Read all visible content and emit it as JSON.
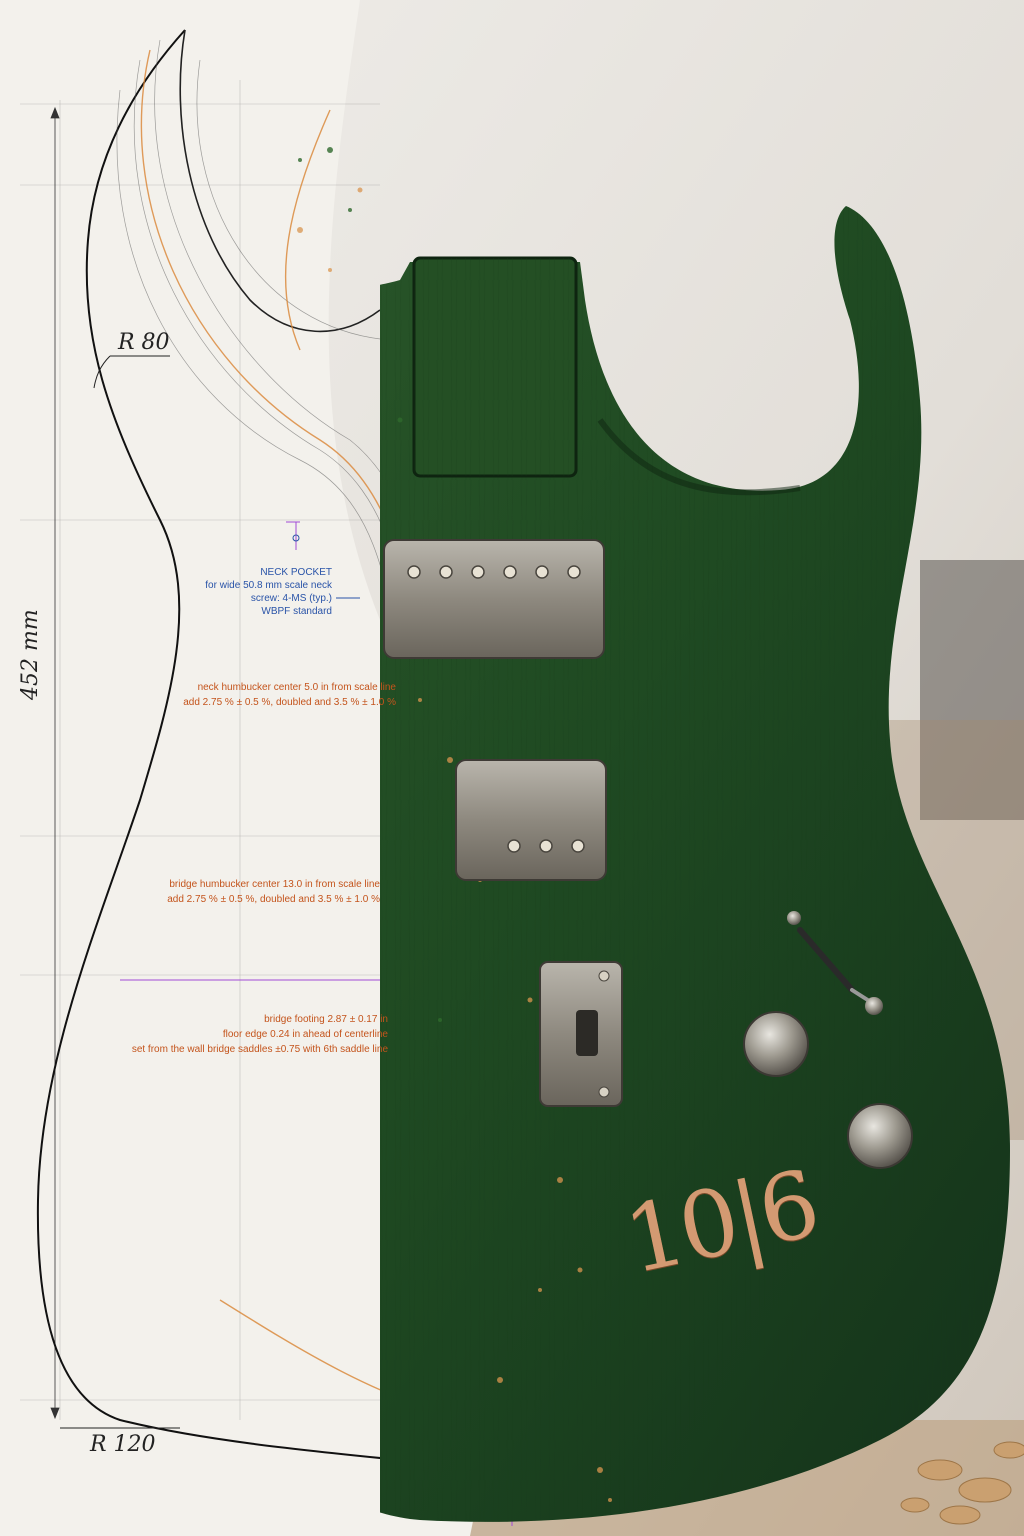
{
  "dimensions": {
    "upper_radius": "R 80",
    "height": "452 mm",
    "lower_radius": "R 120"
  },
  "annotations": {
    "neck_pocket": {
      "title": "NECK POCKET",
      "line1": "for wide 50.8 mm scale neck",
      "line2": "screw: 4-MS (typ.)",
      "line3": "WBPF standard"
    },
    "neck_humbucker": {
      "line1": "neck humbucker center 5.0 in from scale line",
      "line2": "add 2.75 % ± 0.5 %, doubled and 3.5 % ± 1.0 %"
    },
    "bridge_humbucker": {
      "line1": "bridge humbucker center 13.0 in from scale line",
      "line2": "add 2.75 % ± 0.5 %, doubled and 3.5 % ± 1.0 %"
    },
    "bridge_footing": {
      "line1": "bridge footing 2.87 ± 0.17 in",
      "line2": "floor edge 0.24 in ahead of centerline",
      "line3": "set from the wall bridge saddles ±0.75 with 6th saddle line"
    }
  },
  "engraving": "10|6",
  "colors": {
    "body_green": "#1f4a22",
    "blueprint_paper": "#f1eee8",
    "annotation_orange": "#c4541c",
    "annotation_blue": "#2a54a8",
    "accent_purple": "#a24bd6",
    "engraving_copper": "#d39a72"
  }
}
